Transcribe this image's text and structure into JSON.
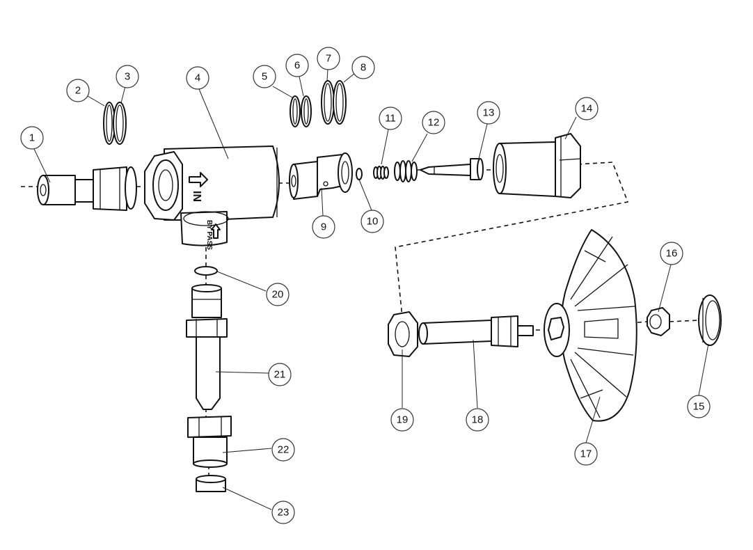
{
  "diagram": {
    "body_marking_in": "IN",
    "body_marking_bypass": "BY PASS",
    "balloons": [
      {
        "label": "1"
      },
      {
        "label": "2"
      },
      {
        "label": "3"
      },
      {
        "label": "4"
      },
      {
        "label": "5"
      },
      {
        "label": "6"
      },
      {
        "label": "7"
      },
      {
        "label": "8"
      },
      {
        "label": "9"
      },
      {
        "label": "10"
      },
      {
        "label": "11"
      },
      {
        "label": "12"
      },
      {
        "label": "13"
      },
      {
        "label": "14"
      },
      {
        "label": "15"
      },
      {
        "label": "16"
      },
      {
        "label": "17"
      },
      {
        "label": "18"
      },
      {
        "label": "19"
      },
      {
        "label": "20"
      },
      {
        "label": "21"
      },
      {
        "label": "22"
      },
      {
        "label": "23"
      }
    ]
  }
}
